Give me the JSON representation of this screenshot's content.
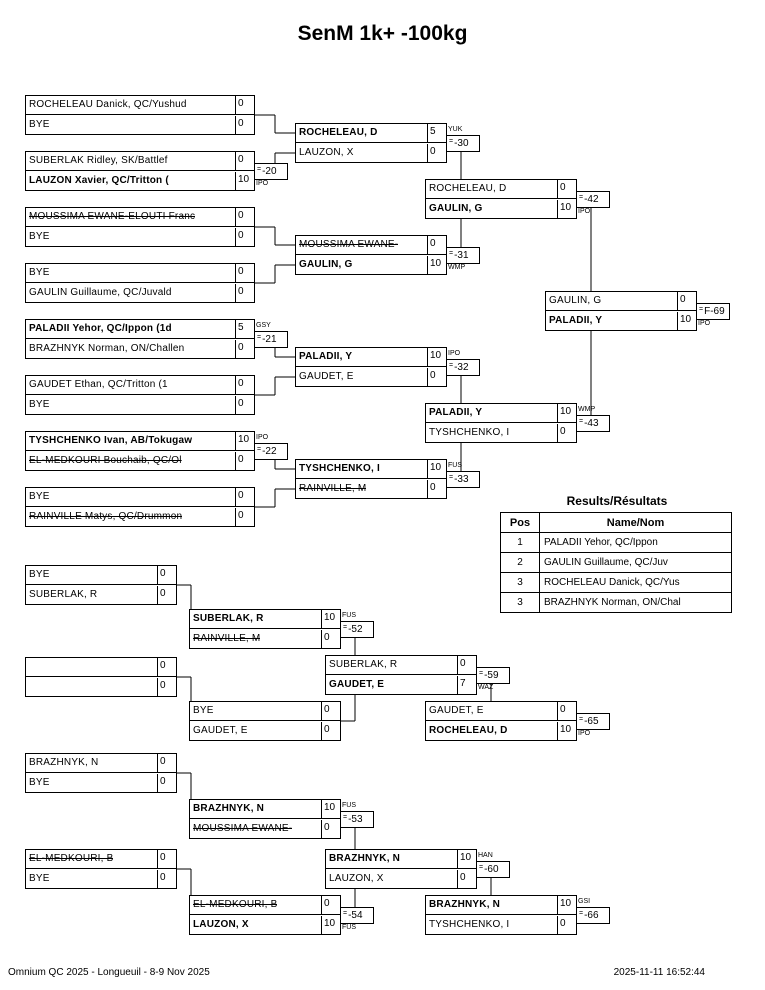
{
  "title": "SenM 1k+ -100kg",
  "matches": [
    {
      "id": "m1",
      "top": {
        "name": "ROCHELEAU Danick, QC/Yushud",
        "score": "0",
        "style": ""
      },
      "bottom": {
        "name": "BYE",
        "score": "0",
        "style": ""
      }
    },
    {
      "id": "m2",
      "top": {
        "name": "SUBERLAK Ridley, SK/Battlef",
        "score": "0",
        "style": ""
      },
      "bottom": {
        "name": "LAUZON Xavier, QC/Tritton (",
        "score": "10",
        "style": "b"
      },
      "code": "-20",
      "labelBottom": "IPO"
    },
    {
      "id": "m3",
      "top": {
        "name": "MOUSSIMA EWANE-ELOUTI Franc",
        "score": "0",
        "style": "s"
      },
      "bottom": {
        "name": "BYE",
        "score": "0",
        "style": ""
      }
    },
    {
      "id": "m4",
      "top": {
        "name": "BYE",
        "score": "0",
        "style": ""
      },
      "bottom": {
        "name": "GAULIN Guillaume, QC/Juvald",
        "score": "0",
        "style": ""
      }
    },
    {
      "id": "m5",
      "top": {
        "name": "PALADII Yehor, QC/Ippon (1d",
        "score": "5",
        "style": "b"
      },
      "bottom": {
        "name": "BRAZHNYK Norman, ON/Challen",
        "score": "0",
        "style": ""
      },
      "code": "-21",
      "labelTop": "GSY"
    },
    {
      "id": "m6",
      "top": {
        "name": "GAUDET Ethan, QC/Tritton (1",
        "score": "0",
        "style": ""
      },
      "bottom": {
        "name": "BYE",
        "score": "0",
        "style": ""
      }
    },
    {
      "id": "m7",
      "top": {
        "name": "TYSHCHENKO Ivan, AB/Tokugaw",
        "score": "10",
        "style": "b"
      },
      "bottom": {
        "name": "EL-MEDKOURI Bouchaib, QC/Ol",
        "score": "0",
        "style": "s"
      },
      "code": "-22",
      "labelTop": "IPO"
    },
    {
      "id": "m8",
      "top": {
        "name": "BYE",
        "score": "0",
        "style": ""
      },
      "bottom": {
        "name": "RAINVILLE Matys, QC/Drummon",
        "score": "0",
        "style": "s"
      }
    },
    {
      "id": "q1",
      "top": {
        "name": "ROCHELEAU, D",
        "score": "5",
        "style": "b"
      },
      "bottom": {
        "name": "LAUZON, X",
        "score": "0",
        "style": ""
      },
      "code": "-30",
      "labelTop": "YUK"
    },
    {
      "id": "q2",
      "top": {
        "name": "MOUSSIMA EWANE-",
        "score": "0",
        "style": "s"
      },
      "bottom": {
        "name": "GAULIN, G",
        "score": "10",
        "style": "b"
      },
      "code": "-31",
      "labelBottom": "WMP"
    },
    {
      "id": "q3",
      "top": {
        "name": "PALADII, Y",
        "score": "10",
        "style": "b"
      },
      "bottom": {
        "name": "GAUDET, E",
        "score": "0",
        "style": ""
      },
      "code": "-32",
      "labelTop": "IPO"
    },
    {
      "id": "q4",
      "top": {
        "name": "TYSHCHENKO, I",
        "score": "10",
        "style": "b"
      },
      "bottom": {
        "name": "RAINVILLE, M",
        "score": "0",
        "style": "s"
      },
      "code": "-33",
      "labelTop": "FUS"
    },
    {
      "id": "s1",
      "top": {
        "name": "ROCHELEAU, D",
        "score": "0",
        "style": ""
      },
      "bottom": {
        "name": "GAULIN, G",
        "score": "10",
        "style": "b"
      },
      "code": "-42",
      "labelBottom": "IPO"
    },
    {
      "id": "s2",
      "top": {
        "name": "PALADII, Y",
        "score": "10",
        "style": "b"
      },
      "bottom": {
        "name": "TYSHCHENKO, I",
        "score": "0",
        "style": ""
      },
      "code": "-43",
      "labelTop": "WMP"
    },
    {
      "id": "f",
      "top": {
        "name": "GAULIN, G",
        "score": "0",
        "style": ""
      },
      "bottom": {
        "name": "PALADII, Y",
        "score": "10",
        "style": "b"
      },
      "code": "F-69",
      "labelBottom": "IPO"
    },
    {
      "id": "r1",
      "top": {
        "name": "BYE",
        "score": "0",
        "style": ""
      },
      "bottom": {
        "name": "SUBERLAK, R",
        "score": "0",
        "style": ""
      }
    },
    {
      "id": "r2",
      "top": {
        "name": "SUBERLAK, R",
        "score": "10",
        "style": "b"
      },
      "bottom": {
        "name": "RAINVILLE, M",
        "score": "0",
        "style": "s"
      },
      "code": "-52",
      "labelTop": "FUS"
    },
    {
      "id": "r3",
      "top": {
        "name": "",
        "score": "0",
        "style": ""
      },
      "bottom": {
        "name": "",
        "score": "0",
        "style": ""
      }
    },
    {
      "id": "r4",
      "top": {
        "name": "BYE",
        "score": "0",
        "style": ""
      },
      "bottom": {
        "name": "GAUDET, E",
        "score": "0",
        "style": ""
      }
    },
    {
      "id": "r5",
      "top": {
        "name": "SUBERLAK, R",
        "score": "0",
        "style": ""
      },
      "bottom": {
        "name": "GAUDET, E",
        "score": "7",
        "style": "b"
      },
      "code": "-59",
      "labelBottom": "WAZ"
    },
    {
      "id": "r6",
      "top": {
        "name": "GAUDET, E",
        "score": "0",
        "style": ""
      },
      "bottom": {
        "name": "ROCHELEAU, D",
        "score": "10",
        "style": "b"
      },
      "code": "-65",
      "labelBottom": "IPO"
    },
    {
      "id": "r7",
      "top": {
        "name": "BRAZHNYK, N",
        "score": "0",
        "style": ""
      },
      "bottom": {
        "name": "BYE",
        "score": "0",
        "style": ""
      }
    },
    {
      "id": "r8",
      "top": {
        "name": "BRAZHNYK, N",
        "score": "10",
        "style": "b"
      },
      "bottom": {
        "name": "MOUSSIMA EWANE-",
        "score": "0",
        "style": "s"
      },
      "code": "-53",
      "labelTop": "FUS"
    },
    {
      "id": "r9",
      "top": {
        "name": "EL-MEDKOURI, B",
        "score": "0",
        "style": "s"
      },
      "bottom": {
        "name": "BYE",
        "score": "0",
        "style": ""
      }
    },
    {
      "id": "r10",
      "top": {
        "name": "EL-MEDKOURI, B",
        "score": "0",
        "style": "s"
      },
      "bottom": {
        "name": "LAUZON, X",
        "score": "10",
        "style": "b"
      },
      "code": "-54",
      "labelBottom": "FUS"
    },
    {
      "id": "r11",
      "top": {
        "name": "BRAZHNYK, N",
        "score": "10",
        "style": "b"
      },
      "bottom": {
        "name": "LAUZON, X",
        "score": "0",
        "style": ""
      },
      "code": "-60",
      "labelTop": "HAN"
    },
    {
      "id": "r12",
      "top": {
        "name": "BRAZHNYK, N",
        "score": "10",
        "style": "b"
      },
      "bottom": {
        "name": "TYSHCHENKO, I",
        "score": "0",
        "style": ""
      },
      "code": "-66",
      "labelTop": "GSI"
    }
  ],
  "results": {
    "title": "Results/Résultats",
    "headers": [
      "Pos",
      "Name/Nom"
    ],
    "rows": [
      [
        "1",
        "PALADII Yehor, QC/Ippon"
      ],
      [
        "2",
        "GAULIN Guillaume, QC/Juv"
      ],
      [
        "3",
        "ROCHELEAU Danick, QC/Yus"
      ],
      [
        "3",
        "BRAZHNYK Norman, ON/Chal"
      ]
    ]
  },
  "footer": {
    "left": "Omnium QC 2025 - Longueuil - 8-9 Nov 2025",
    "right": "2025-11-11 16:52:44"
  }
}
